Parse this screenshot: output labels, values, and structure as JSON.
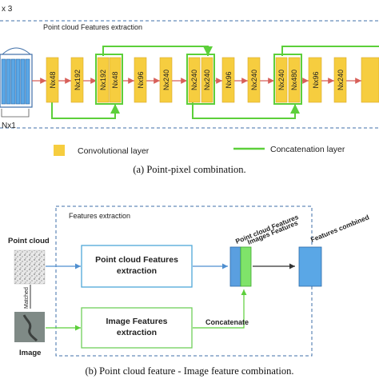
{
  "top": {
    "input_top_label": "x 3",
    "input_bottom_label": "Nx1",
    "title": "Point cloud Features extraction",
    "layers": [
      "Nx48",
      "Nx192",
      "Nx192",
      "Nx48",
      "Nx96",
      "Nx240",
      "Nx240",
      "Nx240",
      "Nx96",
      "Nx240",
      "Nx240",
      "Nx480",
      "Nx96",
      "Nx240"
    ],
    "legend": {
      "conv": "Convolutional layer",
      "concat": "Concatenation layer"
    },
    "caption": "(a) Point-pixel combination."
  },
  "bottom": {
    "box_title": "Features extraction",
    "point_cloud_label": "Point cloud",
    "matched_label": "Matched",
    "image_label": "Image",
    "pc_extraction_label": "Point cloud Features extraction",
    "img_extraction_label": "Image Features extraction",
    "concatenate_label": "Concatenate",
    "pc_features_rot": "Point cloud Features",
    "img_features_rot": "Images Features",
    "combined_rot": "Features combined",
    "caption": "(b) Point cloud feature - Image feature combination."
  },
  "colors": {
    "conv_yellow": "#f6cd3f",
    "concat_green": "#5ccf3a",
    "input_blue": "#5aa7e6",
    "arrow_red": "#d8605a",
    "dashed_blue": "#3f6fa8",
    "pc_blue": "#5a9fe0",
    "img_green": "#7fe36a",
    "combined_blue": "#5aa7e6",
    "pc_box": "#4fa8d8",
    "img_box": "#6fcf5a"
  }
}
